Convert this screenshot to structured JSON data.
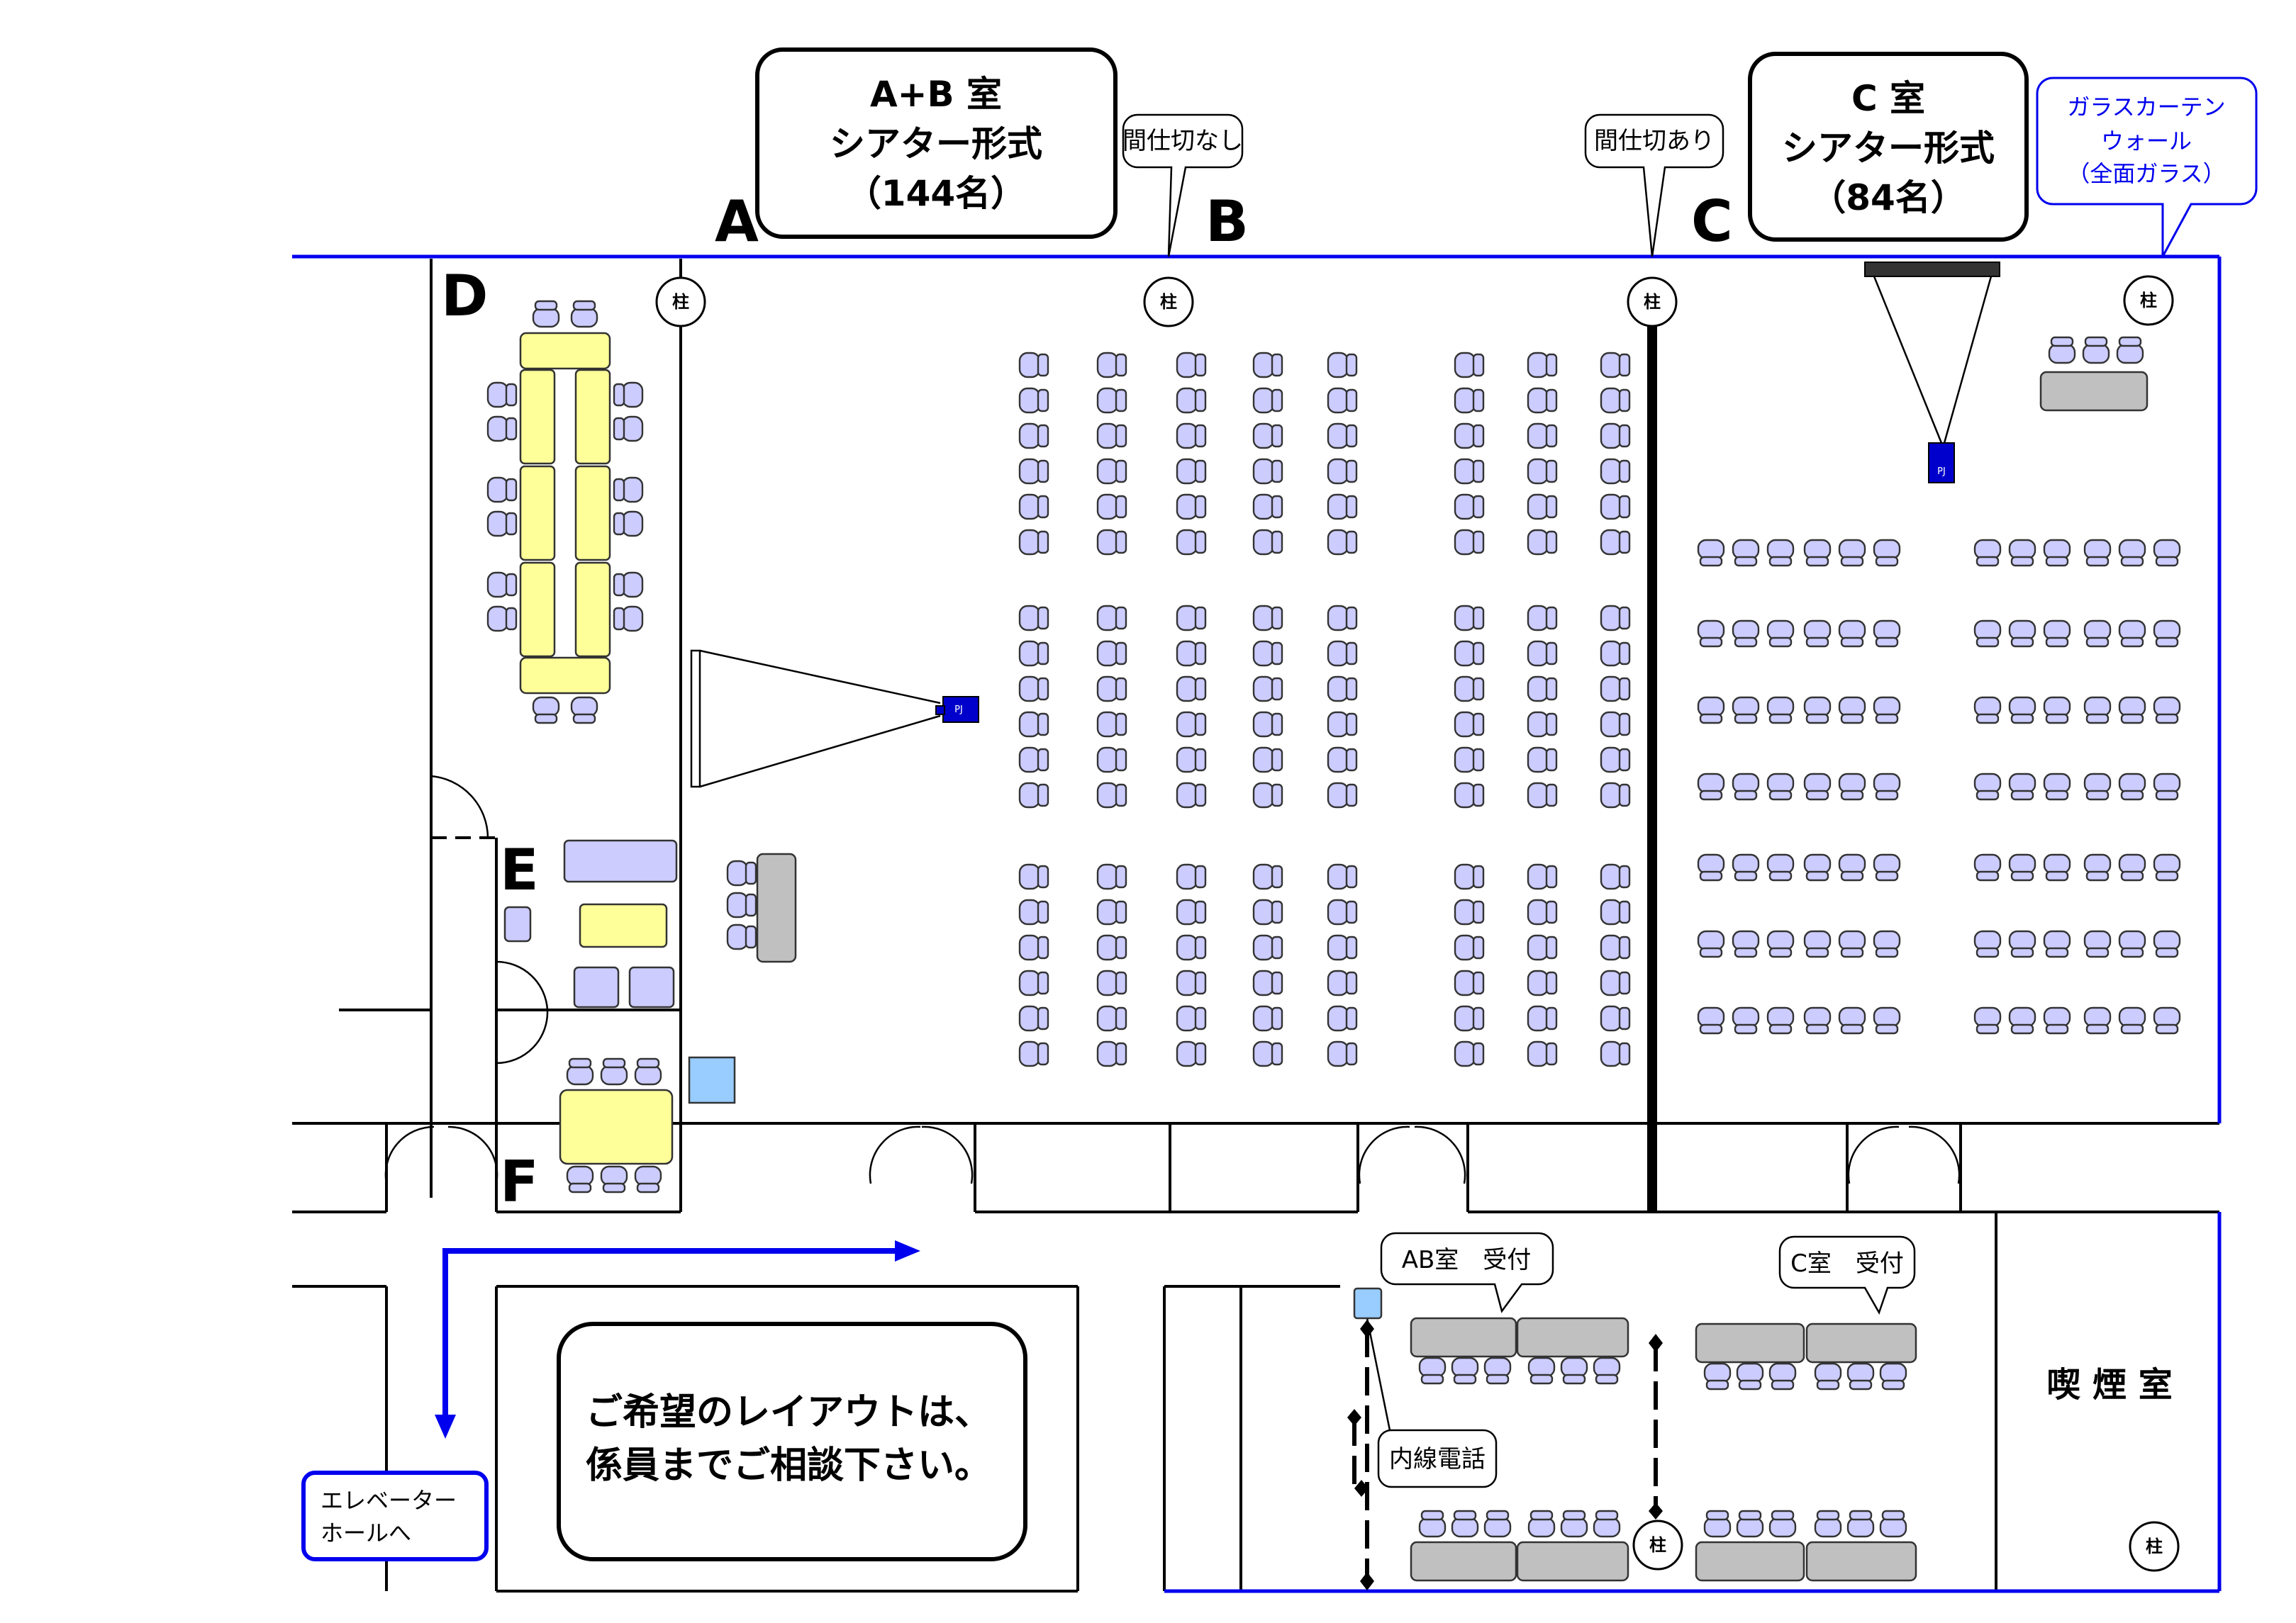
{
  "rooms": {
    "ab_title": [
      "A+B 室",
      "シアター形式",
      "（144名）"
    ],
    "c_title": [
      "C 室",
      "シアター形式",
      "（84名）"
    ],
    "letter_a": "A",
    "letter_b": "B",
    "letter_c": "C",
    "letter_d": "D",
    "letter_e": "E",
    "letter_f": "F"
  },
  "callouts": {
    "no_partition": "間仕切なし",
    "with_partition": "間仕切あり",
    "glass_wall": [
      "ガラスカーテン",
      "ウォール",
      "（全面ガラス）"
    ],
    "ab_reception": "AB室　受付",
    "c_reception": "C室　受付",
    "extension_phone": "内線電話",
    "elevator": [
      "エレベーター",
      "ホールへ"
    ]
  },
  "labels": {
    "pillar": "柱",
    "projector": "PJ",
    "smoking_room": "喫 煙 室"
  },
  "notice": [
    "ご希望のレイアウトは、",
    "係員までご相談下さい。"
  ],
  "colors": {
    "chair_fill": "#ccccff",
    "table_yellow": "#ffff99",
    "table_gray": "#c0c0c0",
    "accent_blue": "#0000ee",
    "projector_blue": "#0000cc",
    "light_blue": "#99ccff"
  }
}
